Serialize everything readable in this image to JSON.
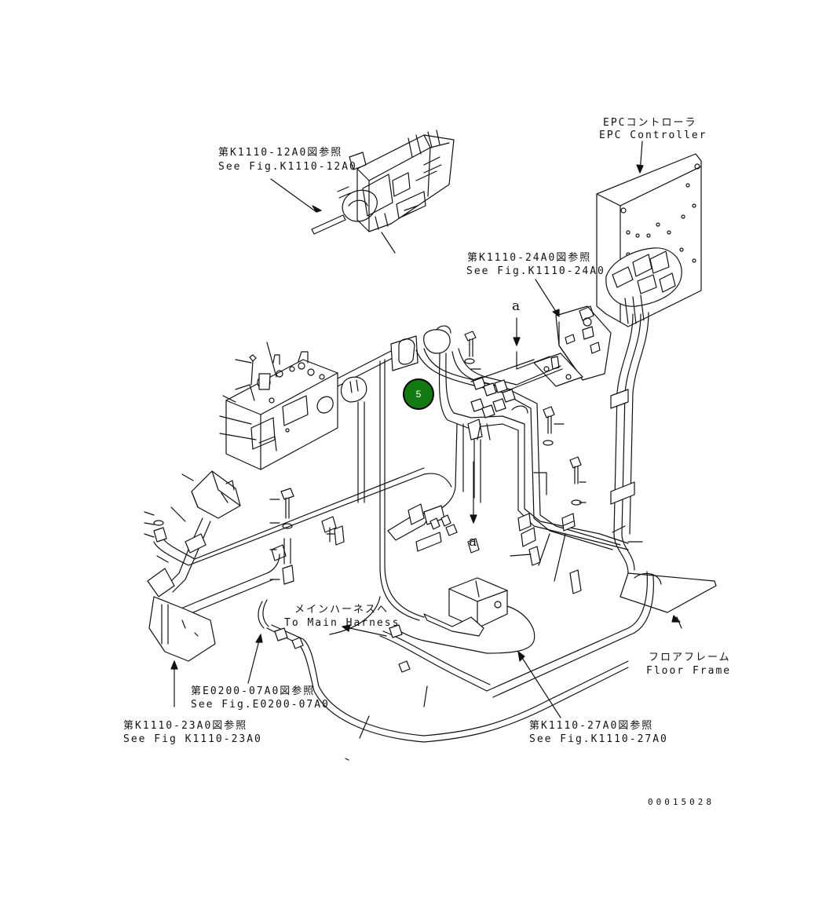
{
  "labels": {
    "ref_12a0_jp": "第K1110-12A0図参照",
    "ref_12a0_en": "See Fig.K1110-12A0",
    "epc_jp": "EPCコントローラ",
    "epc_en": "EPC Controller",
    "ref_24a0_jp": "第K1110-24A0図参照",
    "ref_24a0_en": "See Fig.K1110-24A0",
    "main_harness_jp": "メインハーネスへ",
    "main_harness_en": "To Main Harness",
    "floor_jp": "フロアフレーム",
    "floor_en": "Floor Frame",
    "ref_e0200_jp": "第E0200-07A0図参照",
    "ref_e0200_en": "See Fig.E0200-07A0",
    "ref_23a0_jp": "第K1110-23A0図参照",
    "ref_23a0_en": "See Fig K1110-23A0",
    "ref_27a0_jp": "第K1110-27A0図参照",
    "ref_27a0_en": "See Fig.K1110-27A0",
    "view_a_top": "a",
    "view_a_mid": "a",
    "doc_number": "00015028"
  },
  "callouts": [
    {
      "number": "5",
      "color": "#117a11"
    }
  ]
}
